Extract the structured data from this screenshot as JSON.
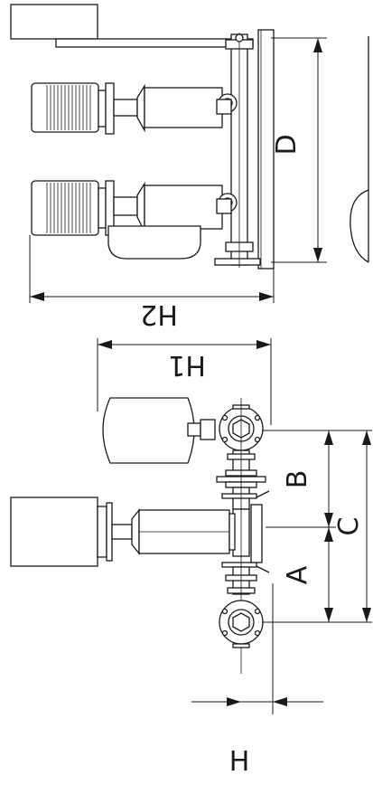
{
  "dimensions": {
    "d": "D",
    "h2": "H2",
    "h1": "H1",
    "b": "B",
    "c": "C",
    "a": "A",
    "h": "H"
  }
}
